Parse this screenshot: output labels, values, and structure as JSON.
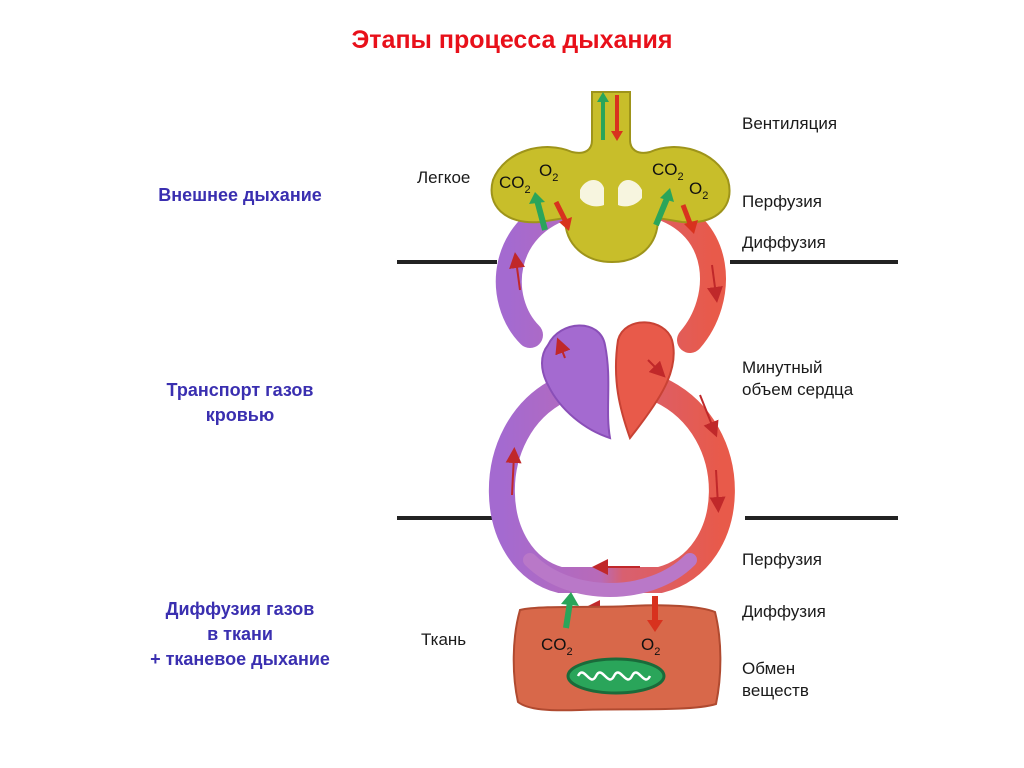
{
  "title": "Этапы процесса дыхания",
  "stages": {
    "external": [
      "Внешнее дыхание"
    ],
    "transport": [
      "Транспорт газов",
      "кровью"
    ],
    "tissue": [
      "Диффузия газов",
      "в ткани",
      "+ тканевое дыхание"
    ]
  },
  "right_labels": {
    "ventilation": "Вентиляция",
    "perfusion_top": "Перфузия",
    "diffusion_top": "Диффузия",
    "cardiac_output": [
      "Минутный",
      "объем сердца"
    ],
    "perfusion_bottom": "Перфузия",
    "diffusion_bottom": "Диффузия",
    "metabolism": [
      "Обмен",
      "веществ"
    ]
  },
  "organ_labels": {
    "lung": "Легкое",
    "tissue": "Ткань"
  },
  "gases": {
    "co2": "CO",
    "o2": "O",
    "sub": "2"
  },
  "colors": {
    "title": "#e8101a",
    "stage_text": "#3a2fb0",
    "venous_blood": "#a46ad0",
    "arterial_blood": "#e85a4a",
    "lung": "#c8be2a",
    "tissue": "#d8684a",
    "co2_arrow": "#2aa55a",
    "o2_arrow": "#d8321e"
  }
}
